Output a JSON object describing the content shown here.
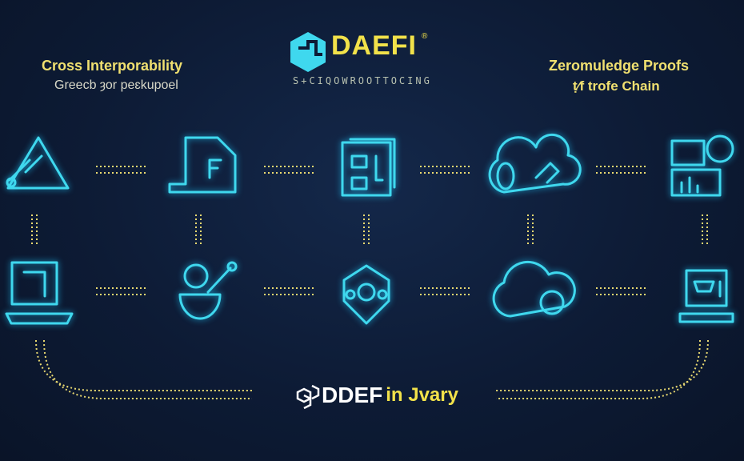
{
  "header": {
    "logo_text": "DAEFI",
    "registered": "®",
    "tagline": "S+CIQOWROOTTOCING"
  },
  "left_panel": {
    "title": "Cross Interporability",
    "subtitle": "Greecb ȝor peɛkupoel"
  },
  "right_panel": {
    "title": "Zeromuledge Proofs",
    "subtitle": "ṭ⁄f trofe Chain"
  },
  "footer": {
    "brand": "DDEF",
    "suffix": "in Jvary"
  },
  "icons": {
    "row1": [
      "warning-triangle-icon",
      "document-icon",
      "ledger-icon",
      "cloud-lock-icon",
      "dashboard-icon"
    ],
    "row2": [
      "laptop-icon",
      "plant-pot-icon",
      "hexagon-node-icon",
      "cloud-icon",
      "laptop-chart-icon"
    ]
  },
  "colors": {
    "accent": "#3fd8ee",
    "highlight": "#f2e24a",
    "background": "#0d1b35"
  }
}
